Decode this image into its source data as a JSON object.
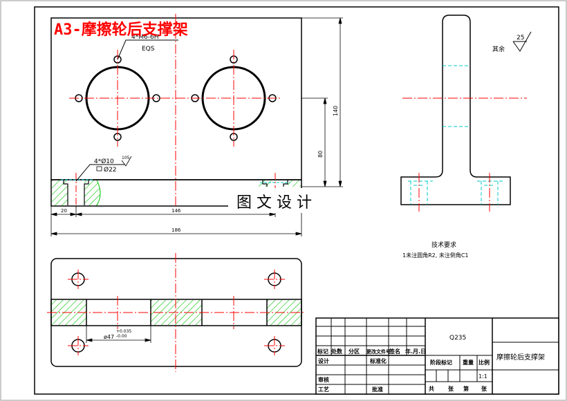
{
  "drawing": {
    "title_overlay": "A3-摩擦轮后支撑架",
    "watermark": "图 文 设 计"
  },
  "front_view": {
    "hole_callout": "4*M6-6H",
    "hole_callout_sub": "EQS",
    "counterbore_callout": "4*Ø10",
    "counterbore_sub": "Ø22",
    "counterbore_depth": "105",
    "dim_height_total": "140",
    "dim_height_center": "80",
    "dim_left": "20",
    "dim_mid": "146",
    "dim_total": "186"
  },
  "side_view": {
    "roughness_label": "其余",
    "roughness_value": "25"
  },
  "top_view": {
    "fit_dim": "ø47",
    "fit_upper": "+0.035",
    "fit_lower": "-0.00"
  },
  "tech_req": {
    "heading": "技术要求",
    "line1": "1未注圆角R2, 未注倒角C1"
  },
  "title_block": {
    "material": "Q235",
    "part_name": "摩擦轮后支撑架",
    "h_mark": "标记",
    "h_count": "处数",
    "h_zone": "分区",
    "h_docno": "更改文件号",
    "h_sign": "签名",
    "h_date": "年.月.日",
    "r_design": "设计",
    "r_std": "标准化",
    "r_review": "审核",
    "r_process": "工艺",
    "r_approve": "批准",
    "stage_mark": "阶段标记",
    "weight": "重量",
    "scale_label": "比例",
    "scale_value": "1:1",
    "sheets_total": "共",
    "sheets_unit": "张",
    "sheet_no": "第",
    "sheet_unit": "张"
  },
  "colors": {
    "outline": "#000000",
    "centerline": "#ff0000",
    "hatch": "#00c000",
    "hidden": "#00c8c8"
  }
}
